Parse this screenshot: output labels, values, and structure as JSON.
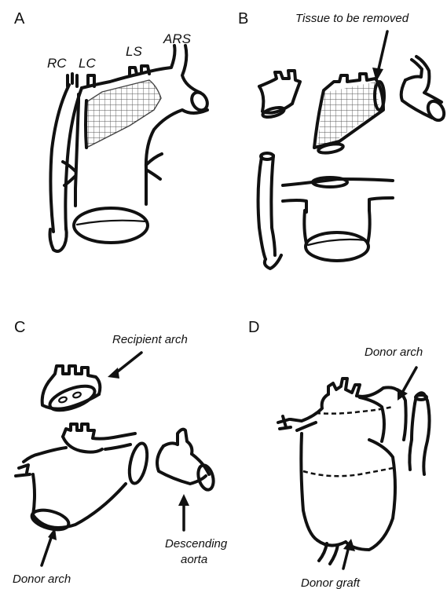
{
  "panels": {
    "a": {
      "letter": "A",
      "vessel_labels": {
        "rc": "RC",
        "lc": "LC",
        "ls": "LS",
        "ars": "ARS"
      }
    },
    "b": {
      "letter": "B",
      "annotation": "Tissue to be removed"
    },
    "c": {
      "letter": "C",
      "recipient_arch": "Recipient arch",
      "donor_arch": "Donor arch",
      "descending_aorta_line1": "Descending",
      "descending_aorta_line2": "aorta"
    },
    "d": {
      "letter": "D",
      "donor_arch": "Donor arch",
      "donor_graft": "Donor graft"
    }
  }
}
